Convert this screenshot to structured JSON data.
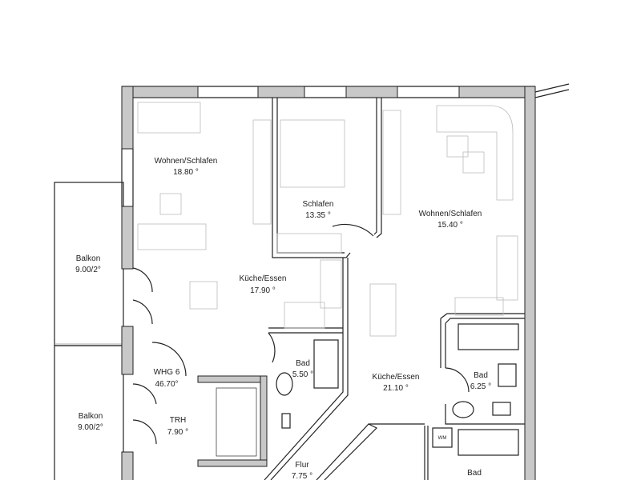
{
  "title": "WHG 6 floor plan",
  "rooms": [
    {
      "name": "Wohnen/Schlafen",
      "area": "18.80 °"
    },
    {
      "name": "Schlafen",
      "area": "13.35 °"
    },
    {
      "name": "Wohnen/Schlafen",
      "area": "15.40 °"
    },
    {
      "name": "Küche/Essen",
      "area": "17.90 °"
    },
    {
      "name": "Balkon",
      "area": "9.00/2°"
    },
    {
      "name": "Balkon",
      "area": "9.00/2°"
    },
    {
      "name": "Bad",
      "area": "5.50 °"
    },
    {
      "name": "WHG 6",
      "area": "46.70°"
    },
    {
      "name": "TRH",
      "area": "7.90 °"
    },
    {
      "name": "Küche/Essen",
      "area": "21.10 °"
    },
    {
      "name": "Bad",
      "area": "6.25 °"
    },
    {
      "name": "Flur",
      "area": "7.75 °"
    },
    {
      "name": "Bad",
      "area": ""
    }
  ],
  "fixtures": {
    "washer": "WM"
  }
}
